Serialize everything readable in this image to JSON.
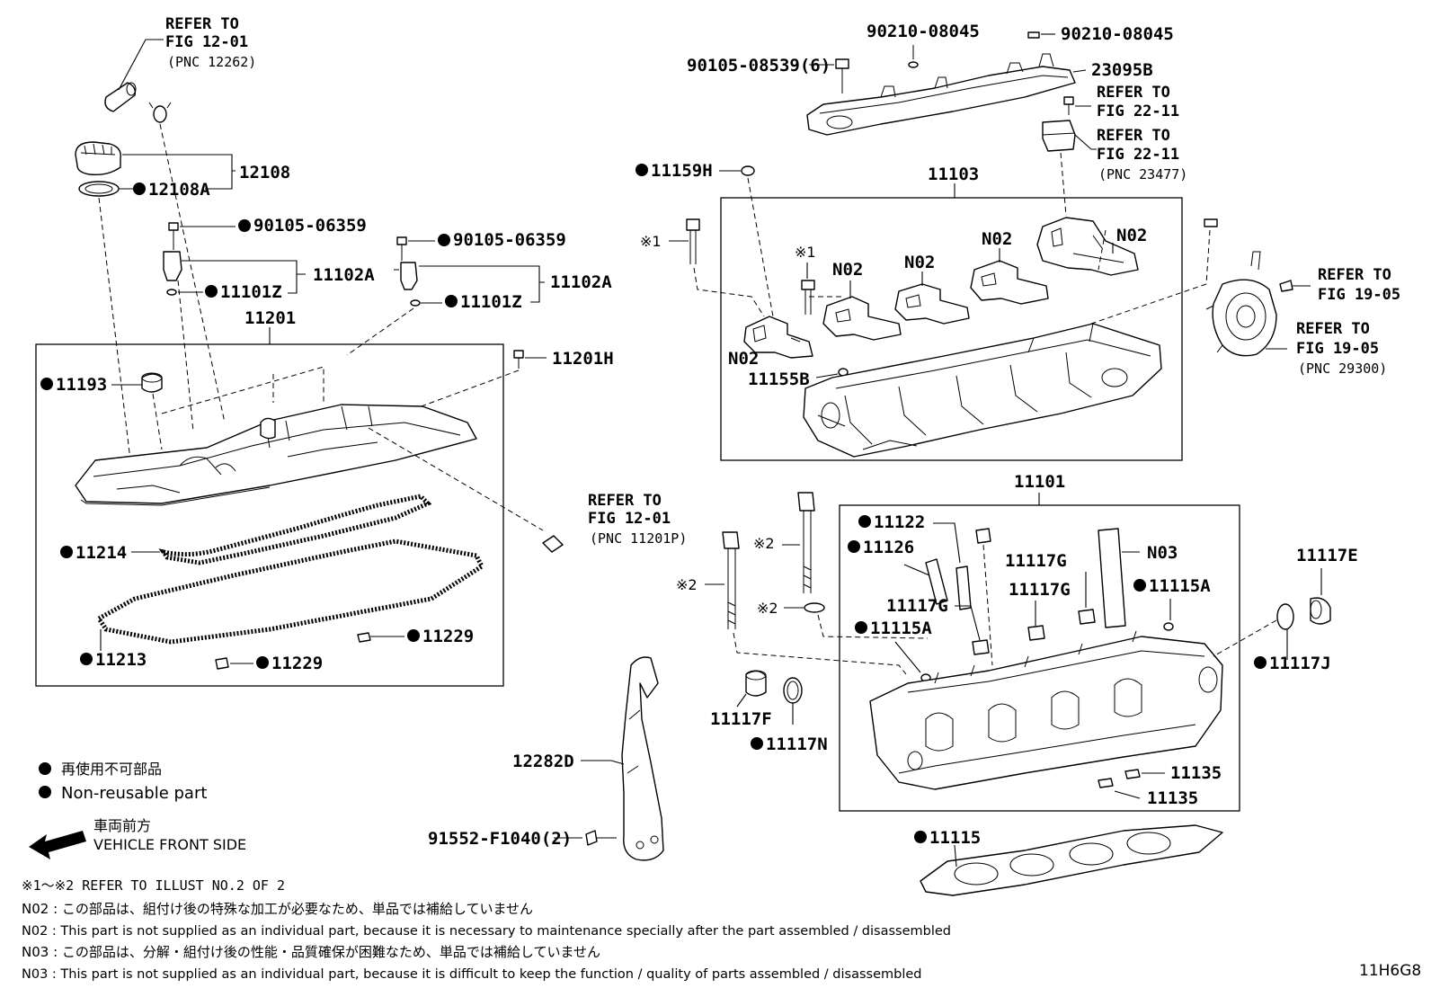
{
  "diagram_code": "11H6G8",
  "legend": {
    "nonreusable_ja": "再使用不可部品",
    "nonreusable_en": "Non-reusable part",
    "front_ja": "車両前方",
    "front_en": "VEHICLE FRONT SIDE"
  },
  "notes": {
    "n0": "※1～※2 REFER TO ILLUST NO.2 OF 2",
    "n1": "N02 : この部品は、組付け後の特殊な加工が必要なため、単品では補給していません",
    "n2": "N02 : This part is not supplied as an individual part, because it is necessary to maintenance specially after the part assembled / disassembled",
    "n3": "N03 : この部品は、分解・組付け後の性能・品質確保が困難なため、単品では補給していません",
    "n4": "N03 : This part is not supplied as an individual part, because it is difficult to keep the function / quality of parts  assembled / disassembled"
  },
  "refs": {
    "refer_to": "REFER TO",
    "fig_12_01": "FIG 12-01",
    "fig_22_11": "FIG 22-11",
    "fig_19_05": "FIG 19-05",
    "pnc_12262": "(PNC 12262)",
    "pnc_11201p": "(PNC 11201P)",
    "pnc_23477": "(PNC 23477)",
    "pnc_29300": "(PNC 29300)"
  },
  "marks": {
    "m1": "※1",
    "m2": "※2"
  },
  "labels": {
    "p12108": "12108",
    "p12108a": "12108A",
    "p90105_06359": "90105-06359",
    "p11102a": "11102A",
    "p11101z": "11101Z",
    "p11201": "11201",
    "p11201h": "11201H",
    "p11193": "11193",
    "p11214": "11214",
    "p11213": "11213",
    "p11229": "11229",
    "p90210_08045": "90210-08045",
    "p90105_08539": "90105-08539(6)",
    "p23095b": "23095B",
    "p11159h": "11159H",
    "p11103": "11103",
    "n02": "N02",
    "p11155b": "11155B",
    "p11101": "11101",
    "p11122": "11122",
    "p11126": "11126",
    "p11117g": "11117G",
    "n03": "N03",
    "p11115a": "11115A",
    "p11117e": "11117E",
    "p11117j": "11117J",
    "p11117f": "11117F",
    "p11117n": "11117N",
    "p12282d": "12282D",
    "p91552": "91552-F1040(2)",
    "p11135": "11135",
    "p11115": "11115"
  }
}
